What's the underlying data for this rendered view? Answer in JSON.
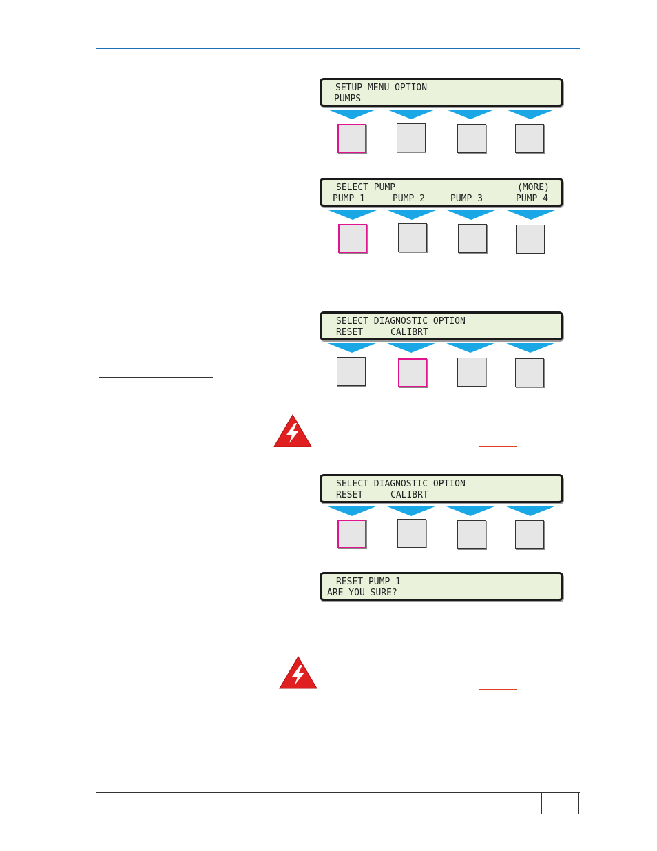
{
  "panels": [
    {
      "line1": "SETUP MENU OPTION",
      "line2": "PUMPS",
      "selected_key": 0
    },
    {
      "line1": "SELECT PUMP",
      "line1_right": "(MORE)",
      "line2_items": [
        "PUMP 1",
        "PUMP 2",
        "PUMP 3",
        "PUMP 4"
      ],
      "selected_key": 0
    },
    {
      "line1": "SELECT DIAGNOSTIC OPTION",
      "line2_items": [
        "RESET",
        "CALIBRT"
      ],
      "selected_key": 1
    },
    {
      "line1": "SELECT DIAGNOSTIC OPTION",
      "line2_items": [
        "RESET",
        "CALIBRT"
      ],
      "selected_key": 0
    },
    {
      "line1": "RESET PUMP 1",
      "line2": "ARE YOU SURE?"
    }
  ],
  "icons": [
    "warning-high-voltage-icon",
    "warning-high-voltage-icon"
  ],
  "colors": {
    "header_rule": "#1f6fb5",
    "lcd_bg": "#eaf2dc",
    "arrow": "#1aa7e6",
    "selected_key": "#e0148c",
    "warning_red": "#e02020"
  }
}
